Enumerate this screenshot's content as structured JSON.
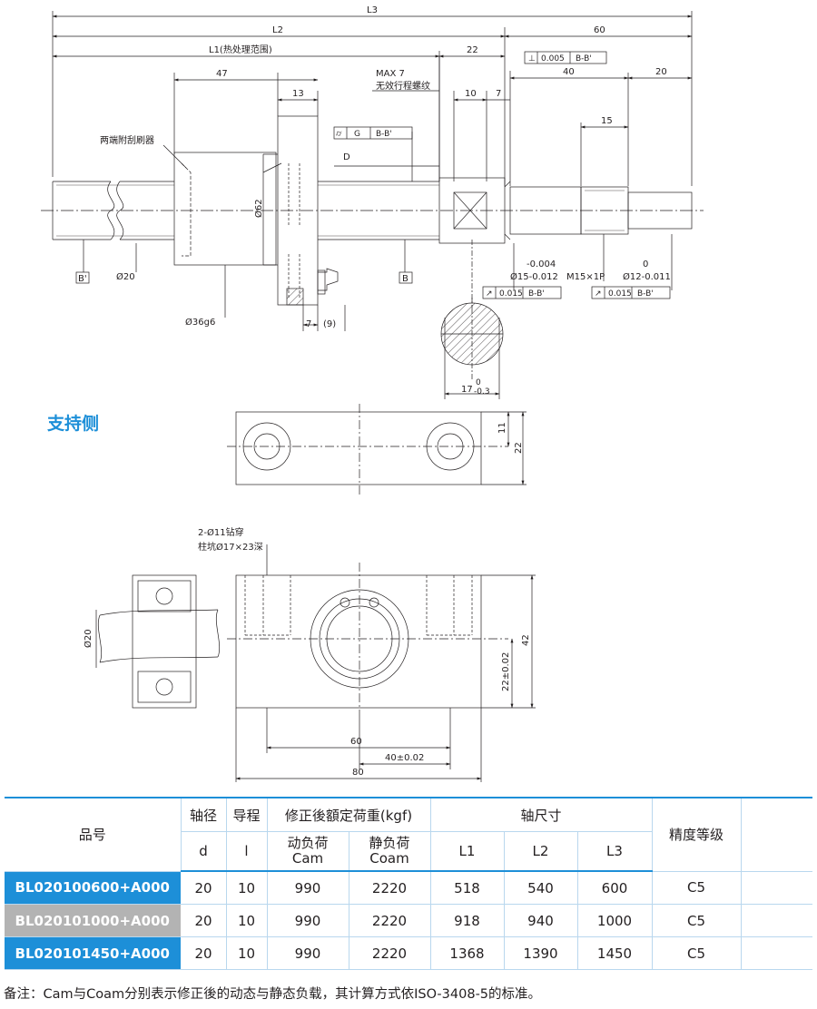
{
  "drawing": {
    "dims": {
      "l3": "L3",
      "l2": "L2",
      "l1": "L1(热处理范围)",
      "d60": "60",
      "d22": "22",
      "tol_perp_val": "0.005",
      "tol_perp_ref": "B-B'",
      "d40": "40",
      "d20_top": "20",
      "d47": "47",
      "d13": "13",
      "max7": "MAX 7",
      "invalid_thread": "无效行程螺纹",
      "d10": "10",
      "d7_top": "7",
      "wiper_note": "两端附刮刷器",
      "g_label": "G",
      "g_ref": "B-B'",
      "d_mark": "D",
      "d15": "15",
      "phi62": "Ø62",
      "b_prime": "B'",
      "b_mark": "B",
      "phi20_shaft": "Ø20",
      "phi36": "Ø36g6",
      "d7_bottom": "7",
      "d9": "(9)",
      "tol15_upper": "-0.004",
      "phi15": "Ø15-0.012",
      "m15": "M15×1P",
      "tol12_upper": "0",
      "phi12": "Ø12-0.011",
      "runout1_val": "0.015",
      "runout1_ref": "B-B'",
      "runout2_val": "0.015",
      "runout2_ref": "B-B'",
      "key_tol_upper": "0",
      "key_width": "17",
      "key_tol_lower": "-0.3",
      "d11": "11",
      "d22_top": "22",
      "hole_note_1": "2-Ø11钻穿",
      "hole_note_2": "柱坑Ø17×23深",
      "phi20_support": "Ø20",
      "d42": "42",
      "d22_tol": "22±0.02",
      "d60_bottom": "60",
      "d40_tol": "40±0.02",
      "d80": "80"
    }
  },
  "section_title": "支持侧",
  "table": {
    "headers": {
      "model": "品号",
      "shaft_dia": "轴径",
      "lead": "导程",
      "load_group": "修正後額定荷重(kgf)",
      "shaft_size": "轴尺寸",
      "grade": "精度等级",
      "d": "d",
      "l": "l",
      "dyn_line1": "动负荷",
      "dyn_line2": "Cam",
      "stat_line1": "静负荷",
      "stat_line2": "Coam",
      "L1": "L1",
      "L2": "L2",
      "L3": "L3"
    },
    "rows": [
      {
        "model": "BL020100600+A000",
        "d": "20",
        "l": "10",
        "cam": "990",
        "coam": "2220",
        "L1": "518",
        "L2": "540",
        "L3": "600",
        "grade": "C5"
      },
      {
        "model": "BL020101000+A000",
        "d": "20",
        "l": "10",
        "cam": "990",
        "coam": "2220",
        "L1": "918",
        "L2": "940",
        "L3": "1000",
        "grade": "C5"
      },
      {
        "model": "BL020101450+A000",
        "d": "20",
        "l": "10",
        "cam": "990",
        "coam": "2220",
        "L1": "1368",
        "L2": "1390",
        "L3": "1450",
        "grade": "C5"
      }
    ]
  },
  "note": "备注：Cam与Coam分别表示修正後的动态与静态负载，其计算方式依ISO-3408-5的标准。"
}
